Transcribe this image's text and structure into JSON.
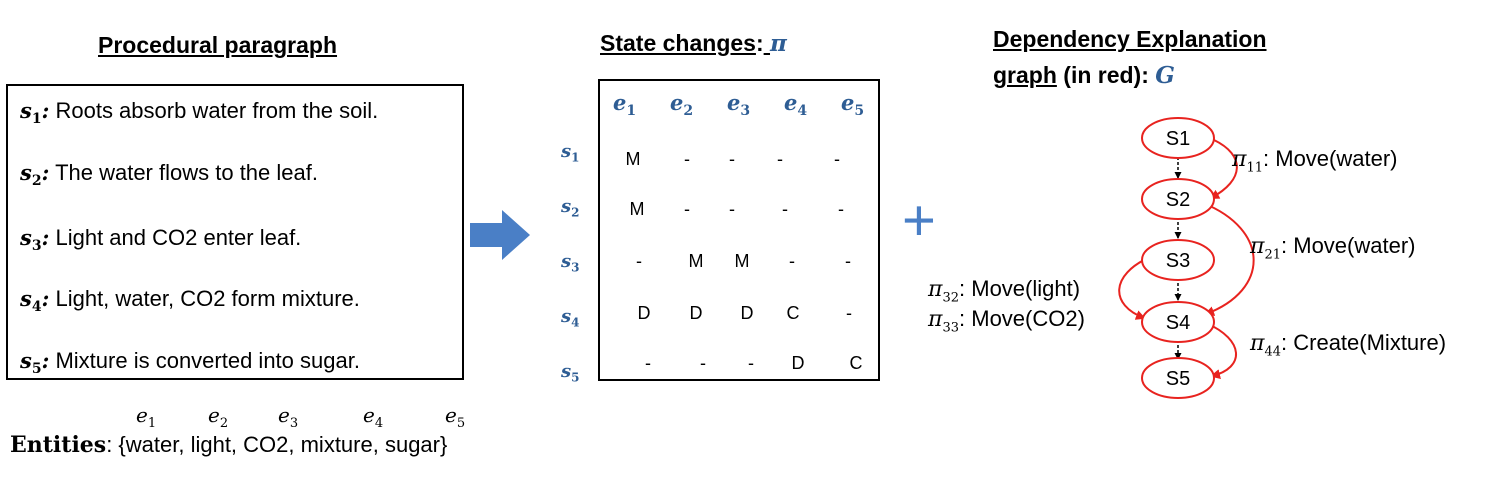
{
  "procedural": {
    "heading": "Procedural paragraph",
    "steps": [
      {
        "sym": "s",
        "sub": "1",
        "text": "Roots absorb water from the soil."
      },
      {
        "sym": "s",
        "sub": "2",
        "text": "The water flows to the leaf."
      },
      {
        "sym": "s",
        "sub": "3",
        "text": "Light and CO2 enter leaf."
      },
      {
        "sym": "s",
        "sub": "4",
        "text": "Light, water, CO2 form mixture."
      },
      {
        "sym": "s",
        "sub": "5",
        "text": "Mixture is converted into sugar."
      }
    ],
    "entity_labels": [
      {
        "sym": "e",
        "sub": "1"
      },
      {
        "sym": "e",
        "sub": "2"
      },
      {
        "sym": "e",
        "sub": "3"
      },
      {
        "sym": "e",
        "sub": "4"
      },
      {
        "sym": "e",
        "sub": "5"
      }
    ],
    "entities_label": "Entities",
    "entities_text": ": {water, light, CO2, mixture, sugar}"
  },
  "state_changes": {
    "heading": "State changes",
    "heading_colon": ":",
    "symbol": "π",
    "columns": [
      {
        "sym": "e",
        "sub": "1"
      },
      {
        "sym": "e",
        "sub": "2"
      },
      {
        "sym": "e",
        "sub": "3"
      },
      {
        "sym": "e",
        "sub": "4"
      },
      {
        "sym": "e",
        "sub": "5"
      }
    ],
    "rows": [
      {
        "sym": "s",
        "sub": "1",
        "cells": [
          "M",
          "-",
          "-",
          "-",
          "-"
        ]
      },
      {
        "sym": "s",
        "sub": "2",
        "cells": [
          "M",
          "-",
          "-",
          "-",
          "-"
        ]
      },
      {
        "sym": "s",
        "sub": "3",
        "cells": [
          "-",
          "M",
          "M",
          "-",
          "-"
        ]
      },
      {
        "sym": "s",
        "sub": "4",
        "cells": [
          "D",
          "D",
          "D",
          "C",
          "-"
        ]
      },
      {
        "sym": "s",
        "sub": "5",
        "cells": [
          "-",
          "-",
          "-",
          "D",
          "C"
        ]
      }
    ]
  },
  "operators": {
    "arrow": "→",
    "plus": "+"
  },
  "graph": {
    "heading_line1": "Dependency Explanation",
    "heading_line2_underlined": "graph",
    "heading_line2_rest": " (in red): ",
    "symbol": "G",
    "nodes": [
      "S1",
      "S2",
      "S3",
      "S4",
      "S5"
    ],
    "edges": [
      {
        "pi": "π",
        "sub": "11",
        "label": ": Move(water)"
      },
      {
        "pi": "π",
        "sub": "21",
        "label": ": Move(water)"
      },
      {
        "pi": "π",
        "sub": "32",
        "label": ": Move(light)"
      },
      {
        "pi": "π",
        "sub": "33",
        "label": ": Move(CO2)"
      },
      {
        "pi": "π",
        "sub": "44",
        "label": ": Create(Mixture)"
      }
    ],
    "colors": {
      "edge": "#e8231f",
      "node": "#e8231f",
      "chain": "#000000",
      "symbol": "#2e5d94",
      "arrow_fill": "#4a7fc6"
    }
  }
}
